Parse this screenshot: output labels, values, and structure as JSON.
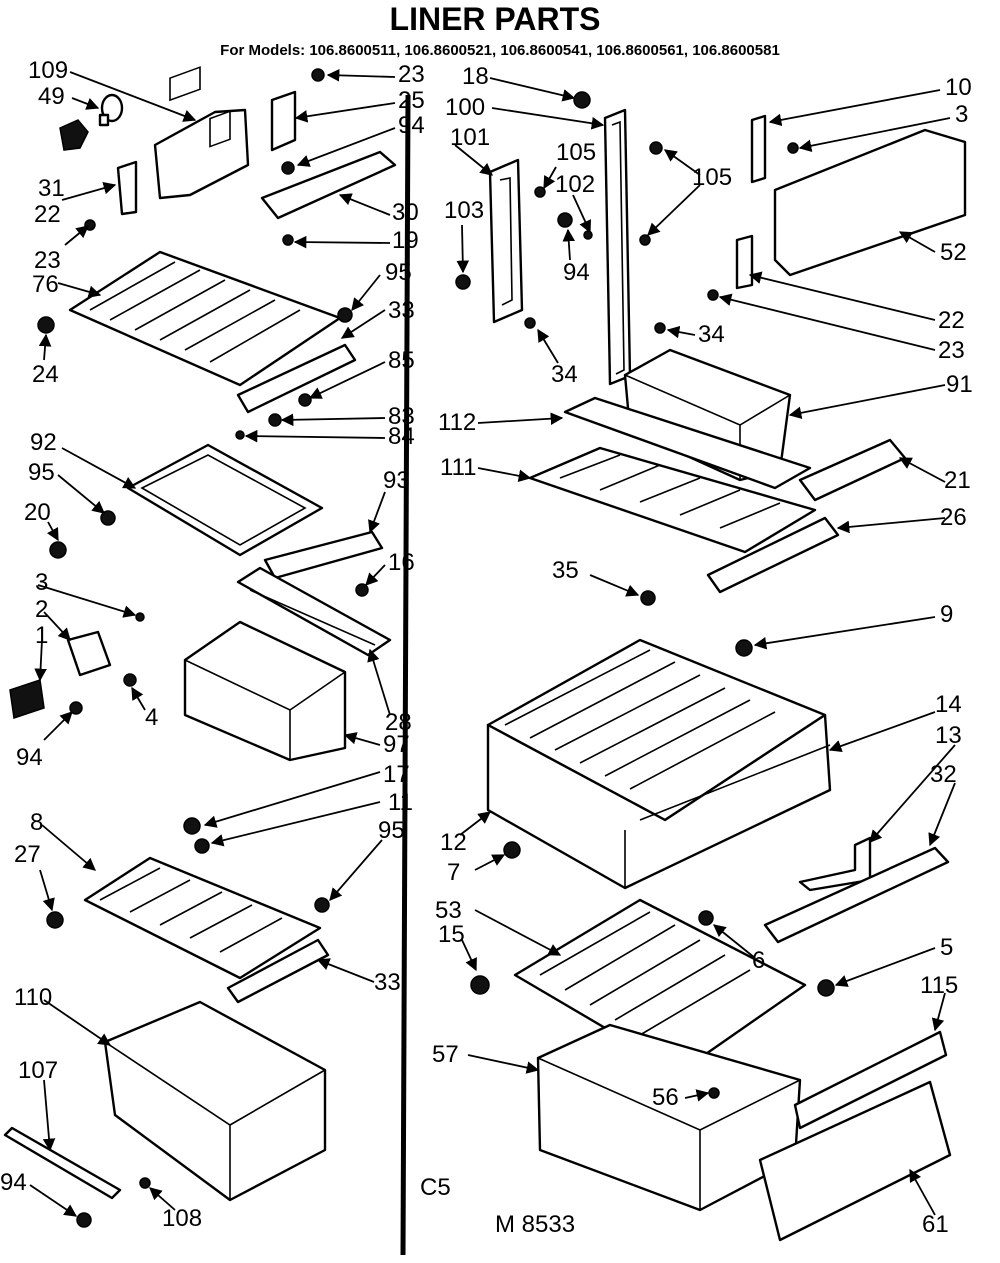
{
  "title": "LINER PARTS",
  "subtitle": "For Models: 106.8600511, 106.8600521, 106.8600541, 106.8600561, 106.8600581",
  "corner_codes": [
    "C5",
    "M 8533"
  ],
  "callouts": {
    "c109": "109",
    "c49": "49",
    "c31": "31",
    "c22a": "22",
    "c23a": "23",
    "c76": "76",
    "c24": "24",
    "c23b": "23",
    "c25": "25",
    "c94a": "94",
    "c30": "30",
    "c19": "19",
    "c95a": "95",
    "c33a": "33",
    "c85": "85",
    "c83": "83",
    "c84": "84",
    "c92": "92",
    "c95b": "95",
    "c20": "20",
    "c93": "93",
    "c16": "16",
    "c3a": "3",
    "c2": "2",
    "c1": "1",
    "c4": "4",
    "c94b": "94",
    "c28": "28",
    "c97": "97",
    "c17": "17",
    "c11": "11",
    "c8": "8",
    "c27": "27",
    "c95c": "95",
    "c33b": "33",
    "c110": "110",
    "c107": "107",
    "c94c": "94",
    "c108": "108",
    "c18": "18",
    "c100": "100",
    "c101": "101",
    "c105a": "105",
    "c102": "102",
    "c103": "103",
    "c94d": "94",
    "c34a": "34",
    "c105b": "105",
    "c34b": "34",
    "c10": "10",
    "c3b": "3",
    "c52": "52",
    "c22b": "22",
    "c23c": "23",
    "c91": "91",
    "c112": "112",
    "c111": "111",
    "c21": "21",
    "c26": "26",
    "c35": "35",
    "c9": "9",
    "c14": "14",
    "c13": "13",
    "c32": "32",
    "c12": "12",
    "c7": "7",
    "c53": "53",
    "c15": "15",
    "c6": "6",
    "c5": "5",
    "c115": "115",
    "c57": "57",
    "c56": "56",
    "c61": "61"
  }
}
